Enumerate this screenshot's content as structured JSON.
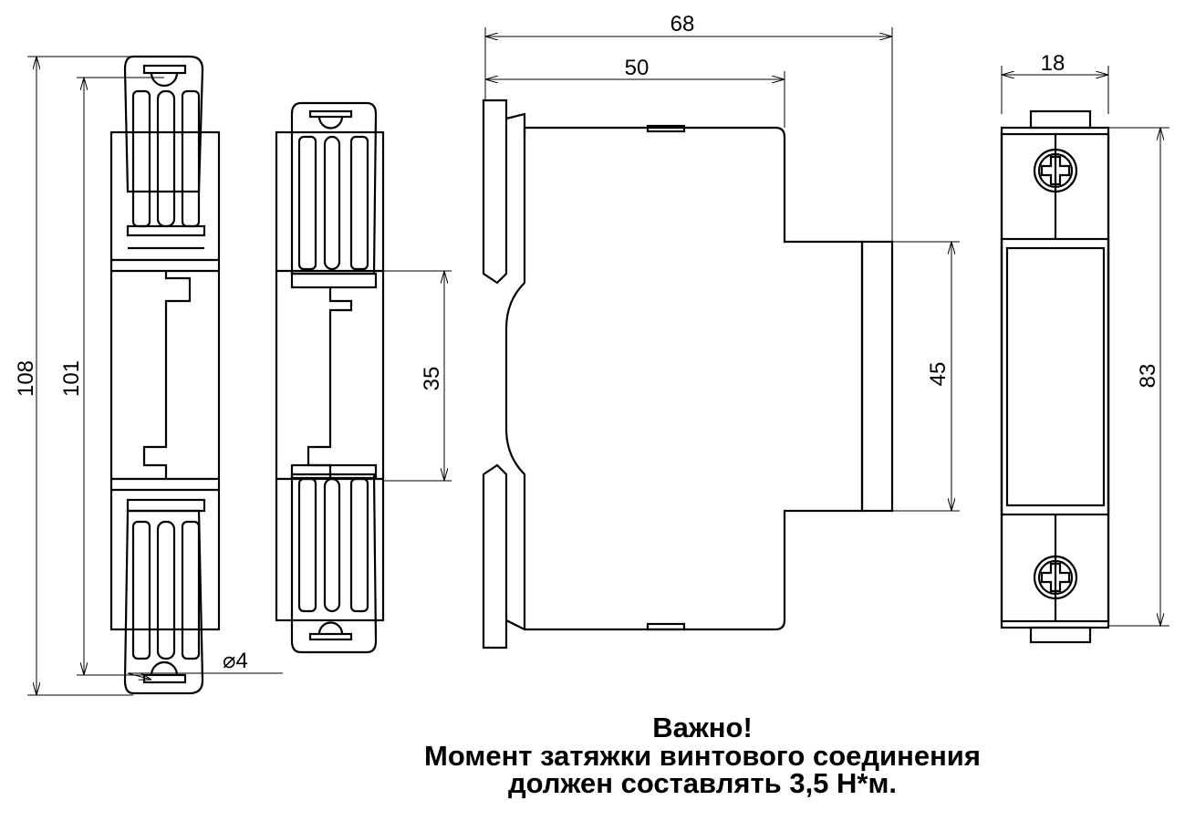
{
  "dimensions": {
    "overall_height": "108",
    "latch_span": "101",
    "din_rail": "35",
    "total_depth": "68",
    "body_depth": "50",
    "front_height": "45",
    "width": "18",
    "body_height": "83",
    "hole_diameter": "⌀4"
  },
  "note": {
    "title": "Важно!",
    "line1": "Момент затяжки винтового соединения",
    "line2": "должен составлять  3,5 Н*м."
  }
}
